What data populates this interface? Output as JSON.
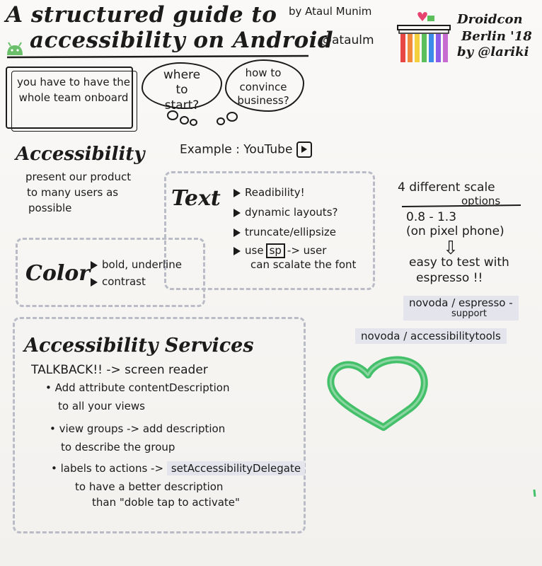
{
  "header": {
    "title_line1": "A structured guide to",
    "title_line2": "accessibility on Android",
    "author": "by Ataul Munim",
    "handle": "@ataulm",
    "event_line1": "Droidcon",
    "event_line2": "Berlin '18",
    "event_line3": "by @lariki"
  },
  "notes": {
    "team": "you have to have the whole team onboard",
    "where_to_start": "where to start?",
    "convince_business": "how to convince business?"
  },
  "accessibility": {
    "heading": "Accessibility",
    "line1": "present our product",
    "line2": "to many users as",
    "line3": "possible",
    "example": "Example : YouTube"
  },
  "text_section": {
    "heading": "Text",
    "items": [
      "Readibility!",
      "dynamic layouts?",
      "truncate/ellipsize"
    ],
    "use_prefix": "use",
    "sp": "sp",
    "use_suffix": "-> user",
    "use_line2": "can scalate the font"
  },
  "color_section": {
    "heading": "Color",
    "items": [
      "bold, underline",
      "contrast"
    ]
  },
  "scale": {
    "heading_line1": "4 different scale",
    "heading_line2": "options",
    "range": "0.8 - 1.3",
    "device": "(on pixel phone)",
    "arrow": "⇩",
    "test_line1": "easy to test with",
    "test_line2": "espresso !!",
    "tag_line1": "novoda / espresso -",
    "tag_line2": "support",
    "tools_tag": "novoda / accessibilitytools"
  },
  "services": {
    "heading": "Accessibility Services",
    "talkback": "TALKBACK!! -> screen reader",
    "bullet1_line1": "• Add attribute contentDescription",
    "bullet1_line2": "to all your views",
    "bullet2_line1": "• view groups -> add description",
    "bullet2_line2": "to describe the group",
    "bullet3_prefix": "• labels to actions ->",
    "bullet3_tag": "setAccessibilityDelegate",
    "bullet3_line2": "to have a better description",
    "bullet3_line3": "than \"doble tap to activate\""
  },
  "colors": {
    "ink": "#1b1b1b",
    "dash_grey": "#b9bcc6",
    "highlight": "#e3e4ec",
    "heart_green": "#45c06a",
    "android_green": "#6bbf6b",
    "heart_pink": "#e8436f",
    "rainbow": [
      "#e84545",
      "#f08a3c",
      "#f3d03c",
      "#5cbf5c",
      "#3c8be8",
      "#8a5ce8",
      "#c86bd0"
    ]
  },
  "icons": [
    "android-robot-icon",
    "brandenburg-gate-icon",
    "play-icon",
    "green-heart-icon"
  ]
}
